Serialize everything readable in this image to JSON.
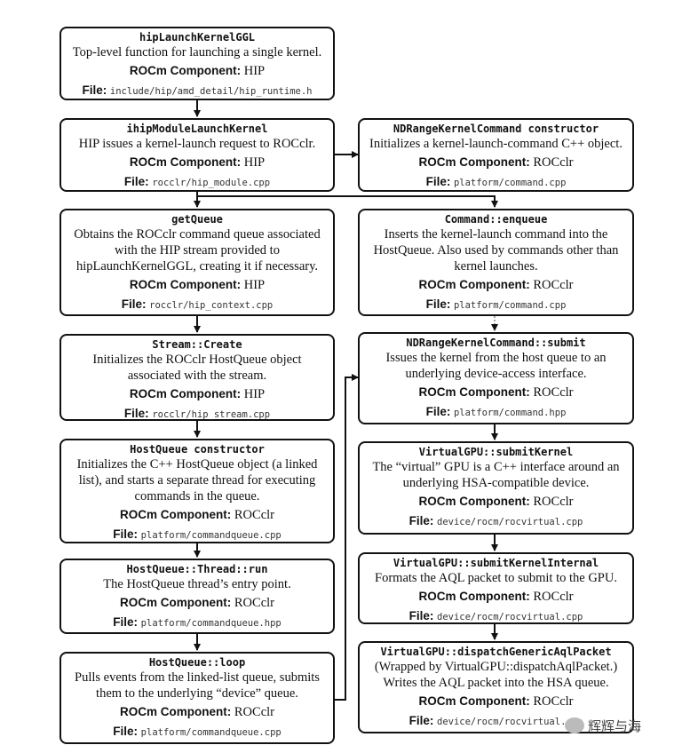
{
  "labels": {
    "component": "ROCm Component:",
    "file": "File:"
  },
  "boxes": [
    {
      "id": "hipLaunchKernelGGL",
      "func": "hipLaunchKernelGGL",
      "desc": "Top-level function for launching a single kernel.",
      "component": "HIP",
      "file": "include/hip/amd_detail/hip_runtime.h"
    },
    {
      "id": "ihipModuleLaunchKernel",
      "func": "ihipModuleLaunchKernel",
      "desc": "HIP issues a kernel-launch request to ROCclr.",
      "component": "HIP",
      "file": "rocclr/hip_module.cpp"
    },
    {
      "id": "getQueue",
      "func": "getQueue",
      "desc": "Obtains the ROCclr command queue associated with the HIP stream provided to hipLaunchKernelGGL, creating it if necessary.",
      "component": "HIP",
      "file": "rocclr/hip_context.cpp"
    },
    {
      "id": "stream-create",
      "func": "Stream::Create",
      "desc": "Initializes the ROCclr HostQueue object associated with the stream.",
      "component": "HIP",
      "file": "rocclr/hip_stream.cpp"
    },
    {
      "id": "hostqueue-constructor",
      "func": "HostQueue constructor",
      "desc": "Initializes the C++ HostQueue object (a linked list), and starts a separate thread for executing commands in the queue.",
      "component": "ROCclr",
      "file": "platform/commandqueue.cpp"
    },
    {
      "id": "hostqueue-thread-run",
      "func": "HostQueue::Thread::run",
      "desc": "The HostQueue thread’s entry point.",
      "component": "ROCclr",
      "file": "platform/commandqueue.hpp"
    },
    {
      "id": "hostqueue-loop",
      "func": "HostQueue::loop",
      "desc": "Pulls events from the linked-list queue, submits them to the underlying “device” queue.",
      "component": "ROCclr",
      "file": "platform/commandqueue.cpp"
    },
    {
      "id": "ndrange-constructor",
      "func": "NDRangeKernelCommand constructor",
      "desc": "Initializes a kernel-launch-command C++ object.",
      "component": "ROCclr",
      "file": "platform/command.cpp"
    },
    {
      "id": "command-enqueue",
      "func": "Command::enqueue",
      "desc": "Inserts the kernel-launch command into the HostQueue.  Also used by commands other than kernel launches.",
      "component": "ROCclr",
      "file": "platform/command.cpp"
    },
    {
      "id": "ndrange-submit",
      "func": "NDRangeKernelCommand::submit",
      "desc": "Issues the kernel from the host queue to an underlying device-access interface.",
      "component": "ROCclr",
      "file": "platform/command.hpp"
    },
    {
      "id": "virtualgpu-submitkernel",
      "func": "VirtualGPU::submitKernel",
      "desc": "The “virtual” GPU is a C++ interface around an underlying HSA-compatible device.",
      "component": "ROCclr",
      "file": "device/rocm/rocvirtual.cpp"
    },
    {
      "id": "virtualgpu-submitkernelinternal",
      "func": "VirtualGPU::submitKernelInternal",
      "desc": "Formats the AQL packet to submit to the GPU.",
      "component": "ROCclr",
      "file": "device/rocm/rocvirtual.cpp"
    },
    {
      "id": "virtualgpu-dispatch",
      "func": "VirtualGPU::dispatchGenericAqlPacket",
      "desc": "(Wrapped by VirtualGPU::dispatchAqlPacket.) Writes the AQL packet into the HSA queue.",
      "component": "ROCclr",
      "file": "device/rocm/rocvirtual.cpp"
    }
  ],
  "watermark": {
    "text": "辉辉与海"
  }
}
